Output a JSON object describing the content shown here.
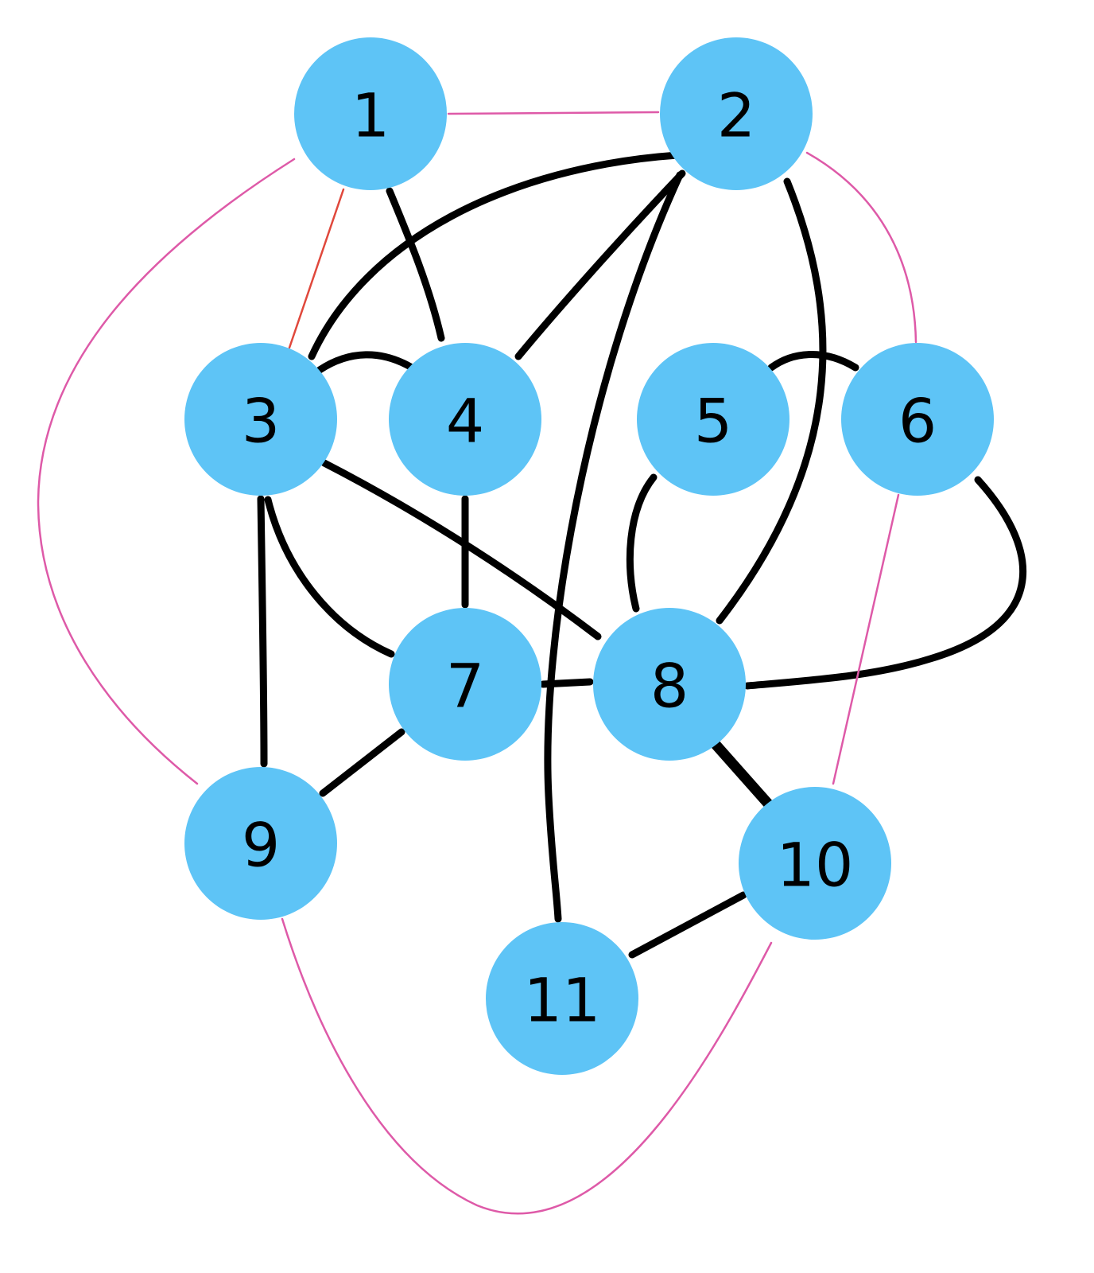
{
  "colors": {
    "node_fill": "#5ec4f6",
    "label": "#000000",
    "thick_edge": "#000000",
    "thin_edge": "#de5aa8",
    "thin_edge_alt": "#e0483c"
  },
  "nodes": [
    {
      "id": "1",
      "label": "1"
    },
    {
      "id": "2",
      "label": "2"
    },
    {
      "id": "3",
      "label": "3"
    },
    {
      "id": "4",
      "label": "4"
    },
    {
      "id": "5",
      "label": "5"
    },
    {
      "id": "6",
      "label": "6"
    },
    {
      "id": "7",
      "label": "7"
    },
    {
      "id": "8",
      "label": "8"
    },
    {
      "id": "9",
      "label": "9"
    },
    {
      "id": "10",
      "label": "10"
    },
    {
      "id": "11",
      "label": "11"
    }
  ],
  "edges": [
    {
      "from": "1",
      "to": "2",
      "style": "thin"
    },
    {
      "from": "1",
      "to": "9",
      "style": "thin"
    },
    {
      "from": "1",
      "to": "3",
      "style": "thin-alt"
    },
    {
      "from": "1",
      "to": "4",
      "style": "thick"
    },
    {
      "from": "2",
      "to": "3",
      "style": "thick"
    },
    {
      "from": "2",
      "to": "4",
      "style": "thick"
    },
    {
      "from": "2",
      "to": "11",
      "style": "thick"
    },
    {
      "from": "2",
      "to": "8",
      "style": "thick"
    },
    {
      "from": "2",
      "to": "6",
      "style": "thin"
    },
    {
      "from": "3",
      "to": "4",
      "style": "thick"
    },
    {
      "from": "3",
      "to": "8",
      "style": "thick"
    },
    {
      "from": "3",
      "to": "7",
      "style": "thick"
    },
    {
      "from": "3",
      "to": "9",
      "style": "thick"
    },
    {
      "from": "4",
      "to": "7",
      "style": "thick"
    },
    {
      "from": "5",
      "to": "6",
      "style": "thick"
    },
    {
      "from": "5",
      "to": "8",
      "style": "thick"
    },
    {
      "from": "6",
      "to": "8",
      "style": "thick"
    },
    {
      "from": "6",
      "to": "10",
      "style": "thin"
    },
    {
      "from": "7",
      "to": "8",
      "style": "thick"
    },
    {
      "from": "7",
      "to": "9",
      "style": "thick"
    },
    {
      "from": "8",
      "to": "10",
      "style": "thick"
    },
    {
      "from": "9",
      "to": "10",
      "style": "thin"
    },
    {
      "from": "10",
      "to": "11",
      "style": "thick"
    }
  ]
}
